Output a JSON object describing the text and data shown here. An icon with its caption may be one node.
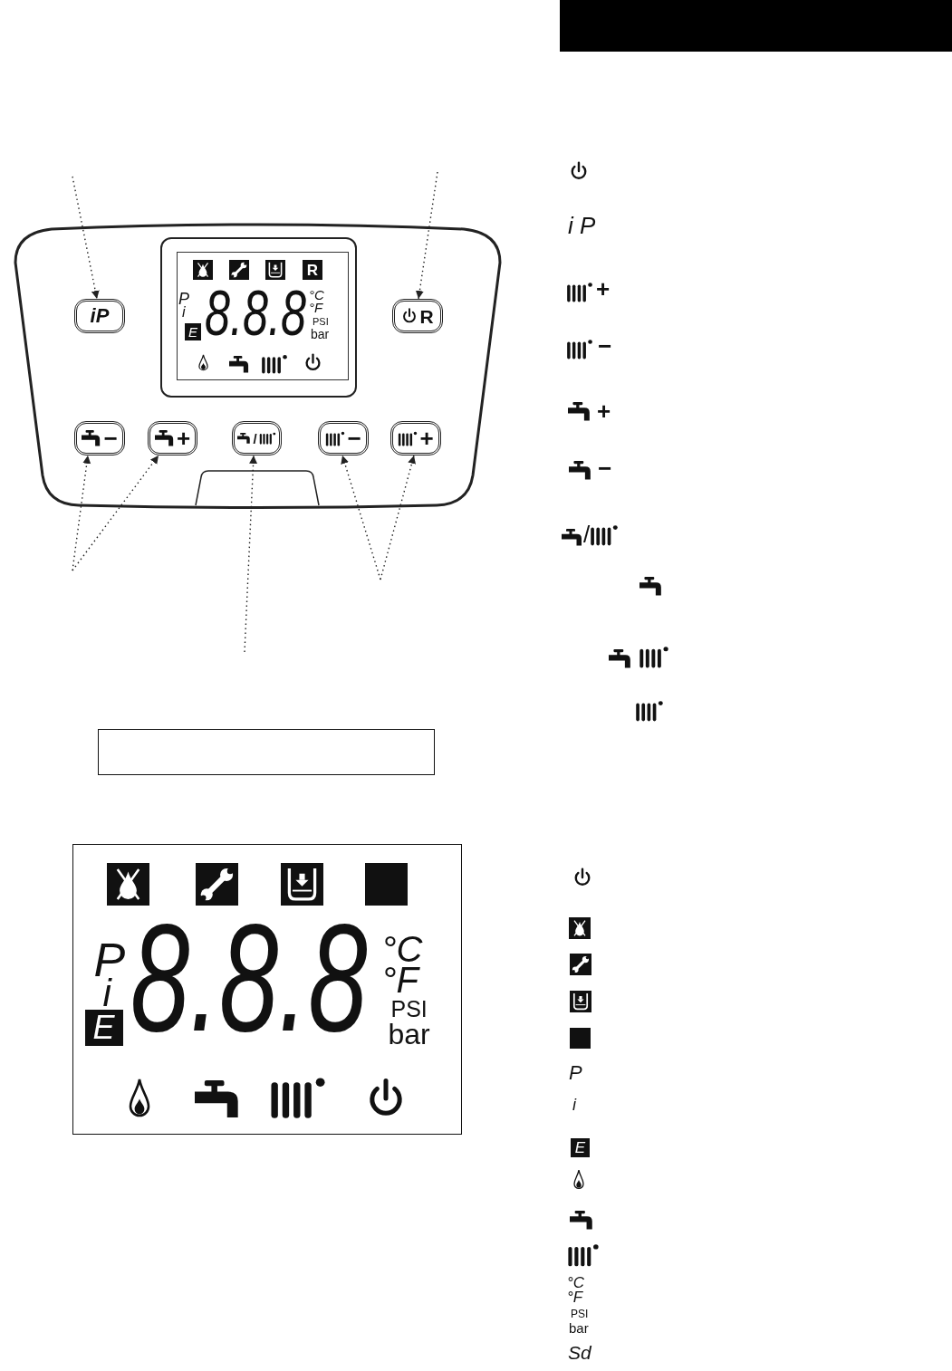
{
  "diagram": {
    "nodes": [
      {
        "text": [],
        "shape": "box"
      },
      {
        "text": [
          "R",
          "P",
          "i",
          "E",
          "8.8.8",
          "°C",
          "°F",
          "PSI",
          "bar"
        ],
        "in": 0
      },
      {
        "text": [
          "iP"
        ],
        "in": 0
      },
      {
        "text": [
          "R"
        ],
        "in": 0
      },
      {
        "text": [
          "−"
        ],
        "in": 0
      },
      {
        "text": [
          "+"
        ],
        "in": 0
      },
      {
        "text": [
          "/"
        ],
        "in": 0
      },
      {
        "text": [
          "−"
        ],
        "in": 0
      },
      {
        "text": [
          "+"
        ],
        "in": 0
      },
      {
        "text": [
          "P",
          "i",
          "E",
          "8.8.8",
          "°C",
          "°F",
          "PSI",
          "bar"
        ]
      }
    ],
    "edges": [
      {
        "from": null,
        "to": 2,
        "arrow": "to",
        "style": "dashed"
      },
      {
        "from": null,
        "to": 3,
        "arrow": "to",
        "style": "dashed"
      },
      {
        "from": null,
        "to": 4,
        "arrow": "to",
        "style": "dashed"
      },
      {
        "from": null,
        "to": 5,
        "arrow": "to",
        "style": "dashed"
      },
      {
        "from": null,
        "to": 6,
        "arrow": "to",
        "style": "dashed"
      },
      {
        "from": null,
        "to": 7,
        "arrow": "to",
        "style": "dashed"
      },
      {
        "from": null,
        "to": 8,
        "arrow": "to",
        "style": "dashed"
      }
    ],
    "labels": [
      "i P",
      "+",
      "−",
      "+",
      "−",
      "/",
      "P",
      "i",
      "E",
      "°C",
      "°F",
      "PSI",
      "bar",
      "Sd"
    ]
  }
}
